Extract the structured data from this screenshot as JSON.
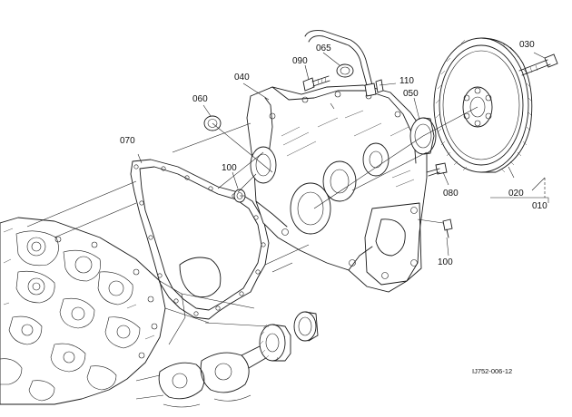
{
  "parts": [
    {
      "id": "010",
      "label": "010"
    },
    {
      "id": "020",
      "label": "020"
    },
    {
      "id": "030",
      "label": "030"
    },
    {
      "id": "040",
      "label": "040"
    },
    {
      "id": "050",
      "label": "050"
    },
    {
      "id": "060",
      "label": "060"
    },
    {
      "id": "065",
      "label": "065"
    },
    {
      "id": "070",
      "label": "070"
    },
    {
      "id": "080",
      "label": "080"
    },
    {
      "id": "090",
      "label": "090"
    },
    {
      "id": "100a",
      "label": "100"
    },
    {
      "id": "100b",
      "label": "100"
    },
    {
      "id": "110",
      "label": "110"
    }
  ],
  "drawing_code": "IJ752-006-12"
}
